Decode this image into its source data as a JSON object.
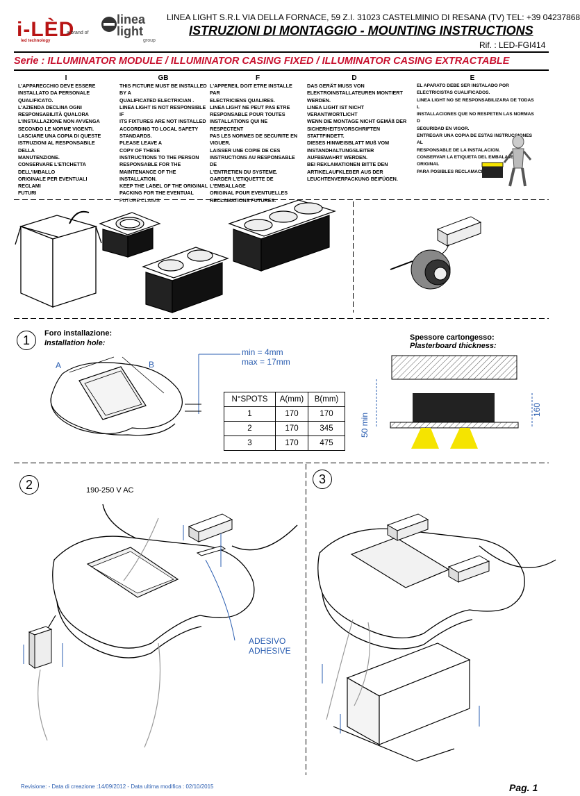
{
  "header": {
    "logo_iled": "i-LÈD",
    "logo_iled_sub": "led technology",
    "logo_brand_of": "a brand of",
    "logo_linea": "linea",
    "logo_light": "light",
    "logo_group": "group",
    "company_line": "LINEA LIGHT S.R.L    VIA DELLA FORNACE, 59 Z.I. 31023 CASTELMINIO DI RESANA (TV) TEL: +39 04237868",
    "title": "ISTRUZIONI DI MONTAGGIO - MOUNTING INSTRUCTIONS",
    "ref": "Rif. : LED-FGI414"
  },
  "series": "Serie : ILLUMINATOR MODULE / ILLUMINATOR CASING FIXED / ILLUMINATOR CASING EXTRACTABLE",
  "languages": [
    {
      "code": "I",
      "lines": [
        "L'APPARECCHIO DEVE ESSERE",
        "INSTALLATO DA PERSONALE",
        "QUALIFICATO.",
        "L'AZIENDA DECLINA OGNI",
        "RESPONSABILITÀ QUALORA",
        "L'INSTALLAZIONE NON AVVENGA",
        "SECONDO LE NORME VIGENTI.",
        "LASCIARE UNA COPIA DI QUESTE",
        "ISTRUZIONI AL RESPONSABILE DELLA",
        "MANUTENZIONE.",
        "CONSERVARE L'ETICHETTA DELL'IMBALLO",
        "ORIGINALE PER EVENTUALI RECLAMI",
        "FUTURI"
      ]
    },
    {
      "code": "GB",
      "lines": [
        "THIS FICTURE MUST BE INSTALLED",
        "BY A",
        "QUALIFICATED ELECTRICIAN .",
        "LINEA LIGHT IS NOT RESPONSIBLE IF",
        "ITS FIXTURES ARE NOT INSTALLED",
        "ACCORDING TO LOCAL SAFETY",
        "STANDARDS.",
        "PLEASE LEAVE A",
        "COPY OF THESE",
        "INSTRUCTIONS TO THE PERSON",
        "RESPONSABLE FOR THE",
        "MAINTENANCE OF THE",
        "INSTALLATION.",
        "KEEP THE LABEL OF THE ORIGINAL",
        "PACKING FOR THE EVENTUAL"
      ],
      "last": "FUTURE CLAIMS"
    },
    {
      "code": "F",
      "lines": [
        "L'APPEREIL DOIT ETRE INSTALLE PAR",
        "ELECTRICIENS QUALIRES.",
        "LINEA LIGHT NE PEUT PAS ETRE",
        "RESPONSABLE POUR TOUTES",
        "INSTALLATIONS QUI NE RESPECTENT",
        "PAS LES NORMES DE SECURITE EN",
        "VIGUER.",
        "LAISSER UNE COPIE DE CES",
        "INSTRUCTIONS AU RESPONSABLE DE",
        "L'ENTRETIEN DU SYSTEME.",
        "GARDER L'ETIQUETTE DE L'EMBALLAGE",
        "ORIGINAL POUR EVENTUELLES",
        "RECLAMATIONS FUTURES."
      ]
    },
    {
      "code": "D",
      "lines": [
        "DAS GERÄT MUSS VON",
        "ELEKTROINSTALLATEUREN MONTIERT",
        "WERDEN.",
        "LINEA LIGHT IST NICHT VERANTWORTLICHT",
        "WENN DIE MONTAGE NICHT GEMÄß DER",
        "SICHERHEITSVORSCHRIFTEN",
        "STATTFINDETT.",
        "DIESES HINWEISBLATT MUß VOM",
        "INSTANDHALTUNGSLEITER",
        "AUFBEWAHRT WERDEN.",
        "BEI REKLAMATIONEN BITTE DEN",
        "ARTIKELAUFKLEBER AUS DER",
        "LEUCHTENVERPACKUNG BEIFÜGEN."
      ]
    },
    {
      "code": "E",
      "lines": [
        "EL APARATO DEBE SER INSTALADO POR",
        "ELECTRICISTAS CUALIFICADOS.",
        "LINEA LIGHT NO SE RESPONSABILIZARA DE TODAS L",
        "INSTALLACIONES QUE NO RESPETEN LAS NORMAS D",
        "SEGURIDAD EN VIGOR.",
        "ENTREGAR UNA COPIA DE ESTAS INSTRUCCIONES AL",
        "RESPONSABLE DE LA INSTALACION.",
        "CONSERVAR LA ETIQUETA DEL EMBALAJE ORIGINAL",
        "PARA POSIBLES RECLAMACIONES."
      ]
    }
  ],
  "step1": {
    "number": "1",
    "label_it": "Foro installazione:",
    "label_en": "Installation hole:",
    "dim_a": "A",
    "dim_b": "B",
    "min": "min = 4mm",
    "max": "max = 17mm",
    "thickness_it": "Spessore cartongesso:",
    "thickness_en": "Plasterboard thickness:",
    "dim_50": "50 min",
    "dim_160": "160",
    "table_headers": [
      "N°SPOTS",
      "A(mm)",
      "B(mm)"
    ],
    "table_rows": [
      [
        "1",
        "170",
        "170"
      ],
      [
        "2",
        "170",
        "345"
      ],
      [
        "3",
        "170",
        "475"
      ]
    ]
  },
  "step2": {
    "number": "2",
    "voltage": "190-250 V AC",
    "adhesive_it": "ADESIVO",
    "adhesive_en": "ADHESIVE"
  },
  "step3": {
    "number": "3"
  },
  "footer": {
    "revision": "Revisione:  - Data di creazione :14/09/2012 - Data ultima modifica : 02/10/2015",
    "page": "Pag. 1"
  },
  "colors": {
    "brand_red": "#c8102e",
    "annotation_blue": "#2a5db0",
    "light_yellow": "#f5e400"
  }
}
